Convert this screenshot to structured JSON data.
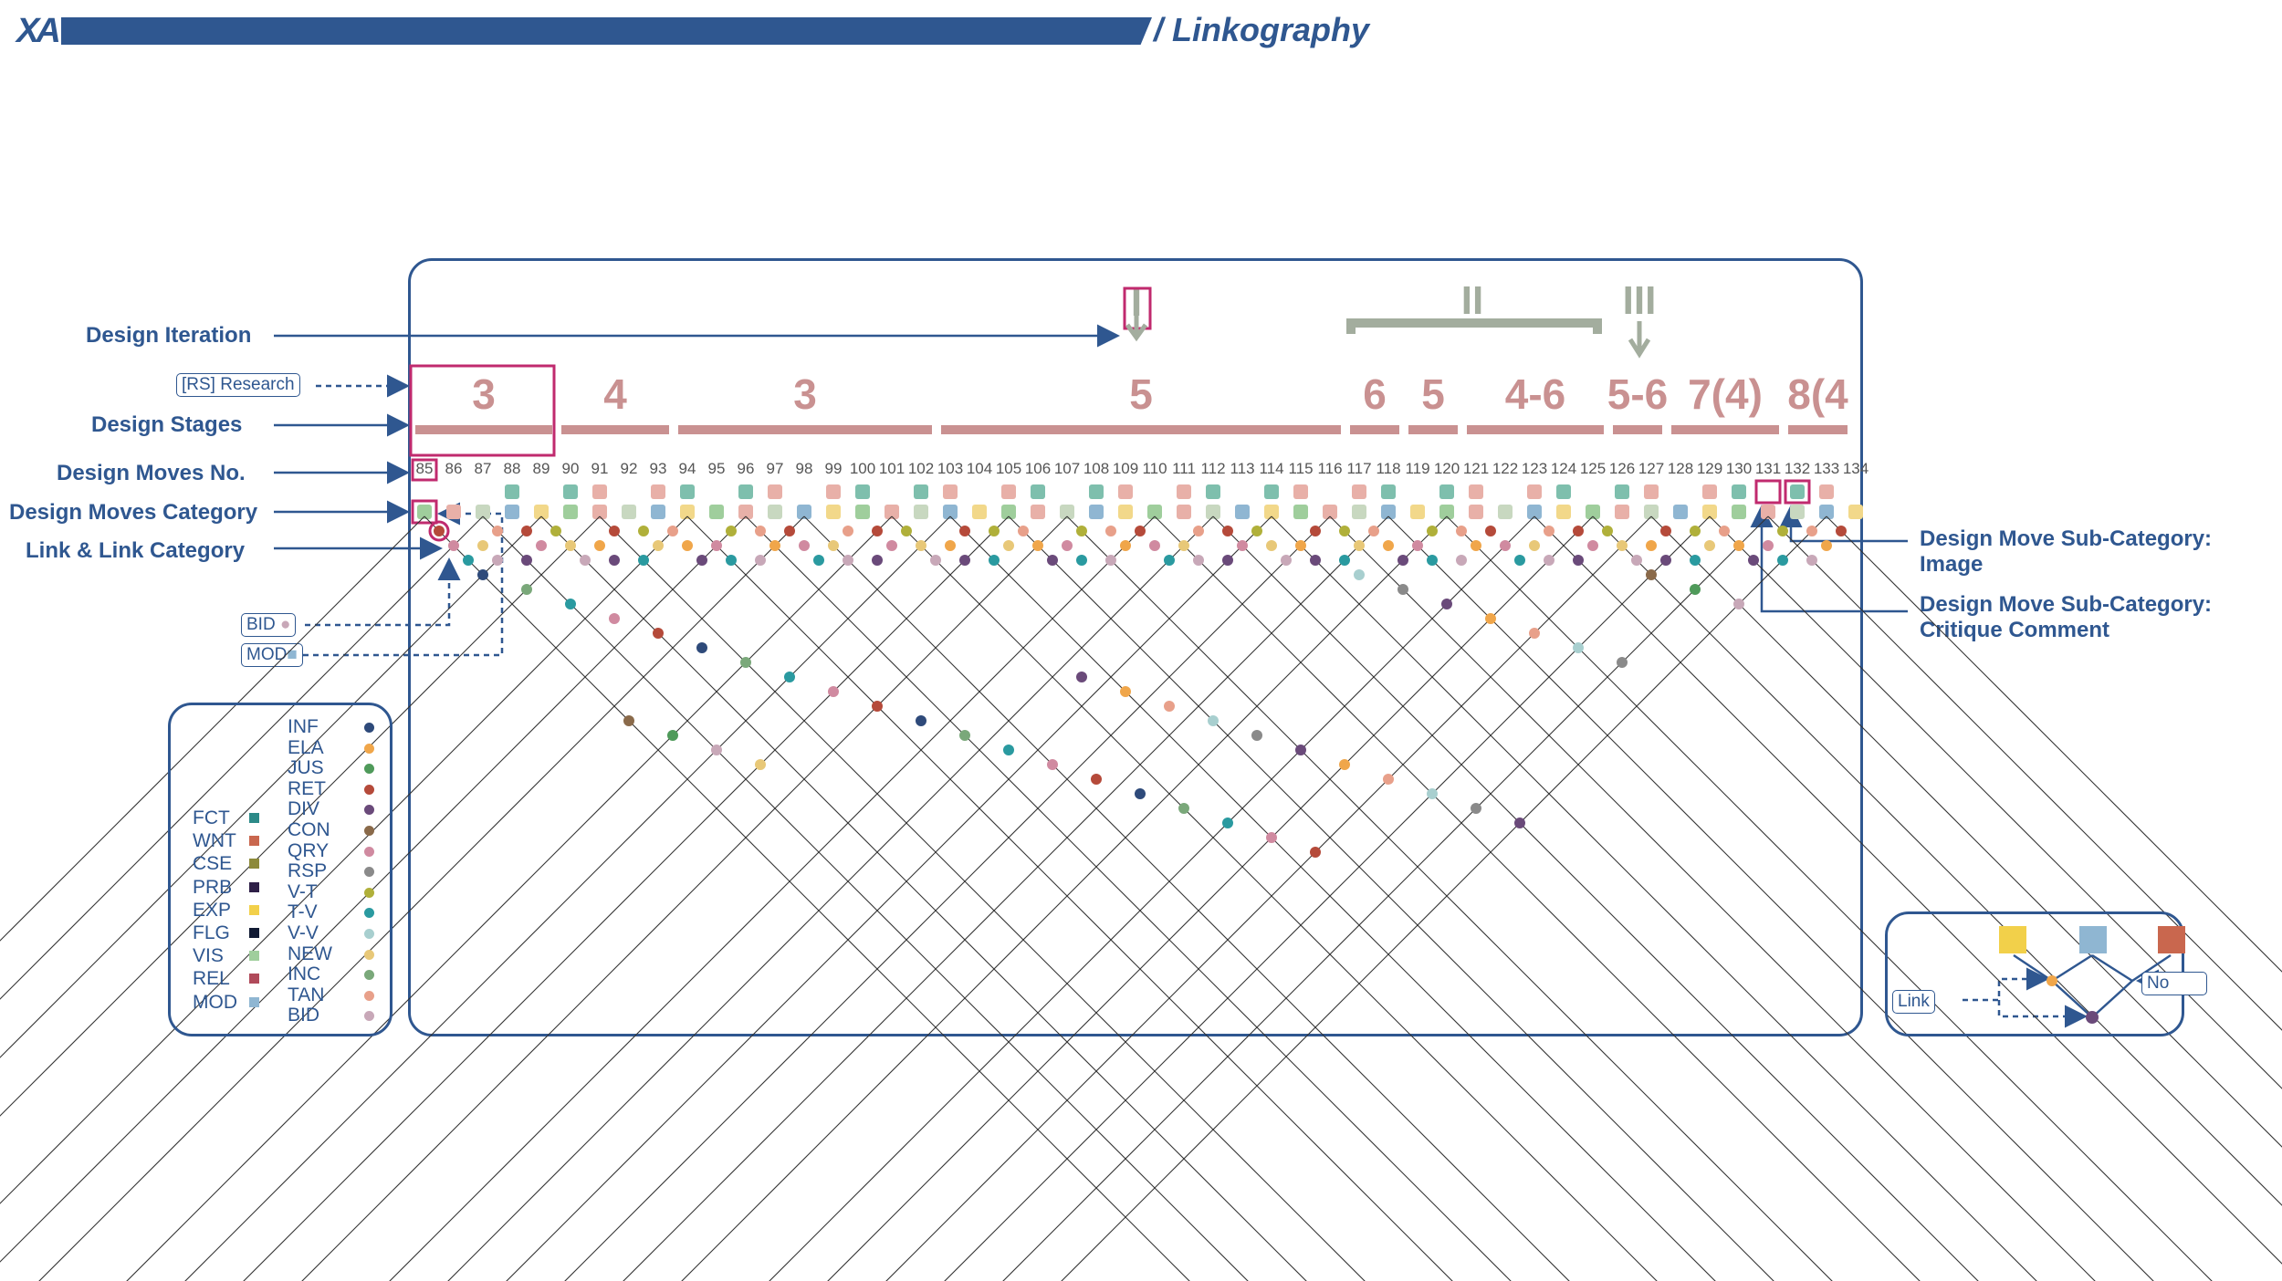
{
  "header": {
    "logo": "XA",
    "title": "/ Linkography"
  },
  "labels": {
    "design_iteration": "Design Iteration",
    "research_tag": "[RS] Research",
    "design_stages": "Design Stages",
    "design_moves_no": "Design Moves No.",
    "design_moves_category": "Design Moves Category",
    "link_category": "Link & Link Category",
    "bid_tag": "BID",
    "mod_tag": "MOD",
    "subcat_image_1": "Design Move Sub-Category:",
    "subcat_image_2": "Image",
    "subcat_critique_1": "Design Move Sub-Category:",
    "subcat_critique_2": "Critique Comment"
  },
  "iterations": [
    "I",
    "II",
    "III"
  ],
  "stages": [
    "3",
    "4",
    "3",
    "5",
    "6",
    "5",
    "4-6",
    "5-6",
    "7(4)",
    "8(4"
  ],
  "move_numbers": [
    "85",
    "86",
    "87",
    "88",
    "89",
    "90",
    "91",
    "92",
    "93",
    "94",
    "95",
    "96",
    "97",
    "98",
    "99",
    "100",
    "101",
    "102",
    "103",
    "104",
    "105",
    "106",
    "107",
    "108",
    "109",
    "110",
    "111",
    "112",
    "113",
    "114",
    "115",
    "116",
    "117",
    "118",
    "119",
    "120",
    "121",
    "122",
    "123",
    "124",
    "125",
    "126",
    "127",
    "128",
    "129",
    "130",
    "131",
    "132",
    "133",
    "134"
  ],
  "legend": {
    "move_categories": [
      {
        "code": "FCT",
        "color": "#2c8a88"
      },
      {
        "code": "WNT",
        "color": "#c9674e"
      },
      {
        "code": "CSE",
        "color": "#8d8a3a"
      },
      {
        "code": "PRB",
        "color": "#2e1f47"
      },
      {
        "code": "EXP",
        "color": "#f2d04a"
      },
      {
        "code": "FLG",
        "color": "#111a33"
      },
      {
        "code": "VIS",
        "color": "#9fce9c"
      },
      {
        "code": "REL",
        "color": "#b04a5a"
      },
      {
        "code": "MOD",
        "color": "#8fb6d2"
      }
    ],
    "link_categories": [
      {
        "code": "INF",
        "color": "#2e4a7a"
      },
      {
        "code": "ELA",
        "color": "#f0a64a"
      },
      {
        "code": "JUS",
        "color": "#4f9a5a"
      },
      {
        "code": "RET",
        "color": "#b54a3a"
      },
      {
        "code": "DIV",
        "color": "#6a4a7a"
      },
      {
        "code": "CON",
        "color": "#8a6a4a"
      },
      {
        "code": "QRY",
        "color": "#d08aa0"
      },
      {
        "code": "RSP",
        "color": "#8a8a8a"
      },
      {
        "code": "V-T",
        "color": "#b0b03a"
      },
      {
        "code": "T-V",
        "color": "#2a9aa0"
      },
      {
        "code": "V-V",
        "color": "#a8cfcf"
      },
      {
        "code": "NEW",
        "color": "#e8c878"
      },
      {
        "code": "INC",
        "color": "#7aa87a"
      },
      {
        "code": "TAN",
        "color": "#e8a08a"
      },
      {
        "code": "BID",
        "color": "#c8a8b8"
      }
    ]
  },
  "example": {
    "link_label": "Link",
    "no_label": "No",
    "colors": [
      "#f2d04a",
      "#8fb6d2",
      "#c9674e"
    ]
  },
  "colors": {
    "accent": "#2f5790",
    "stage": "#c99191",
    "iteration": "#a3ad9e",
    "highlight": "#c02a6e"
  }
}
